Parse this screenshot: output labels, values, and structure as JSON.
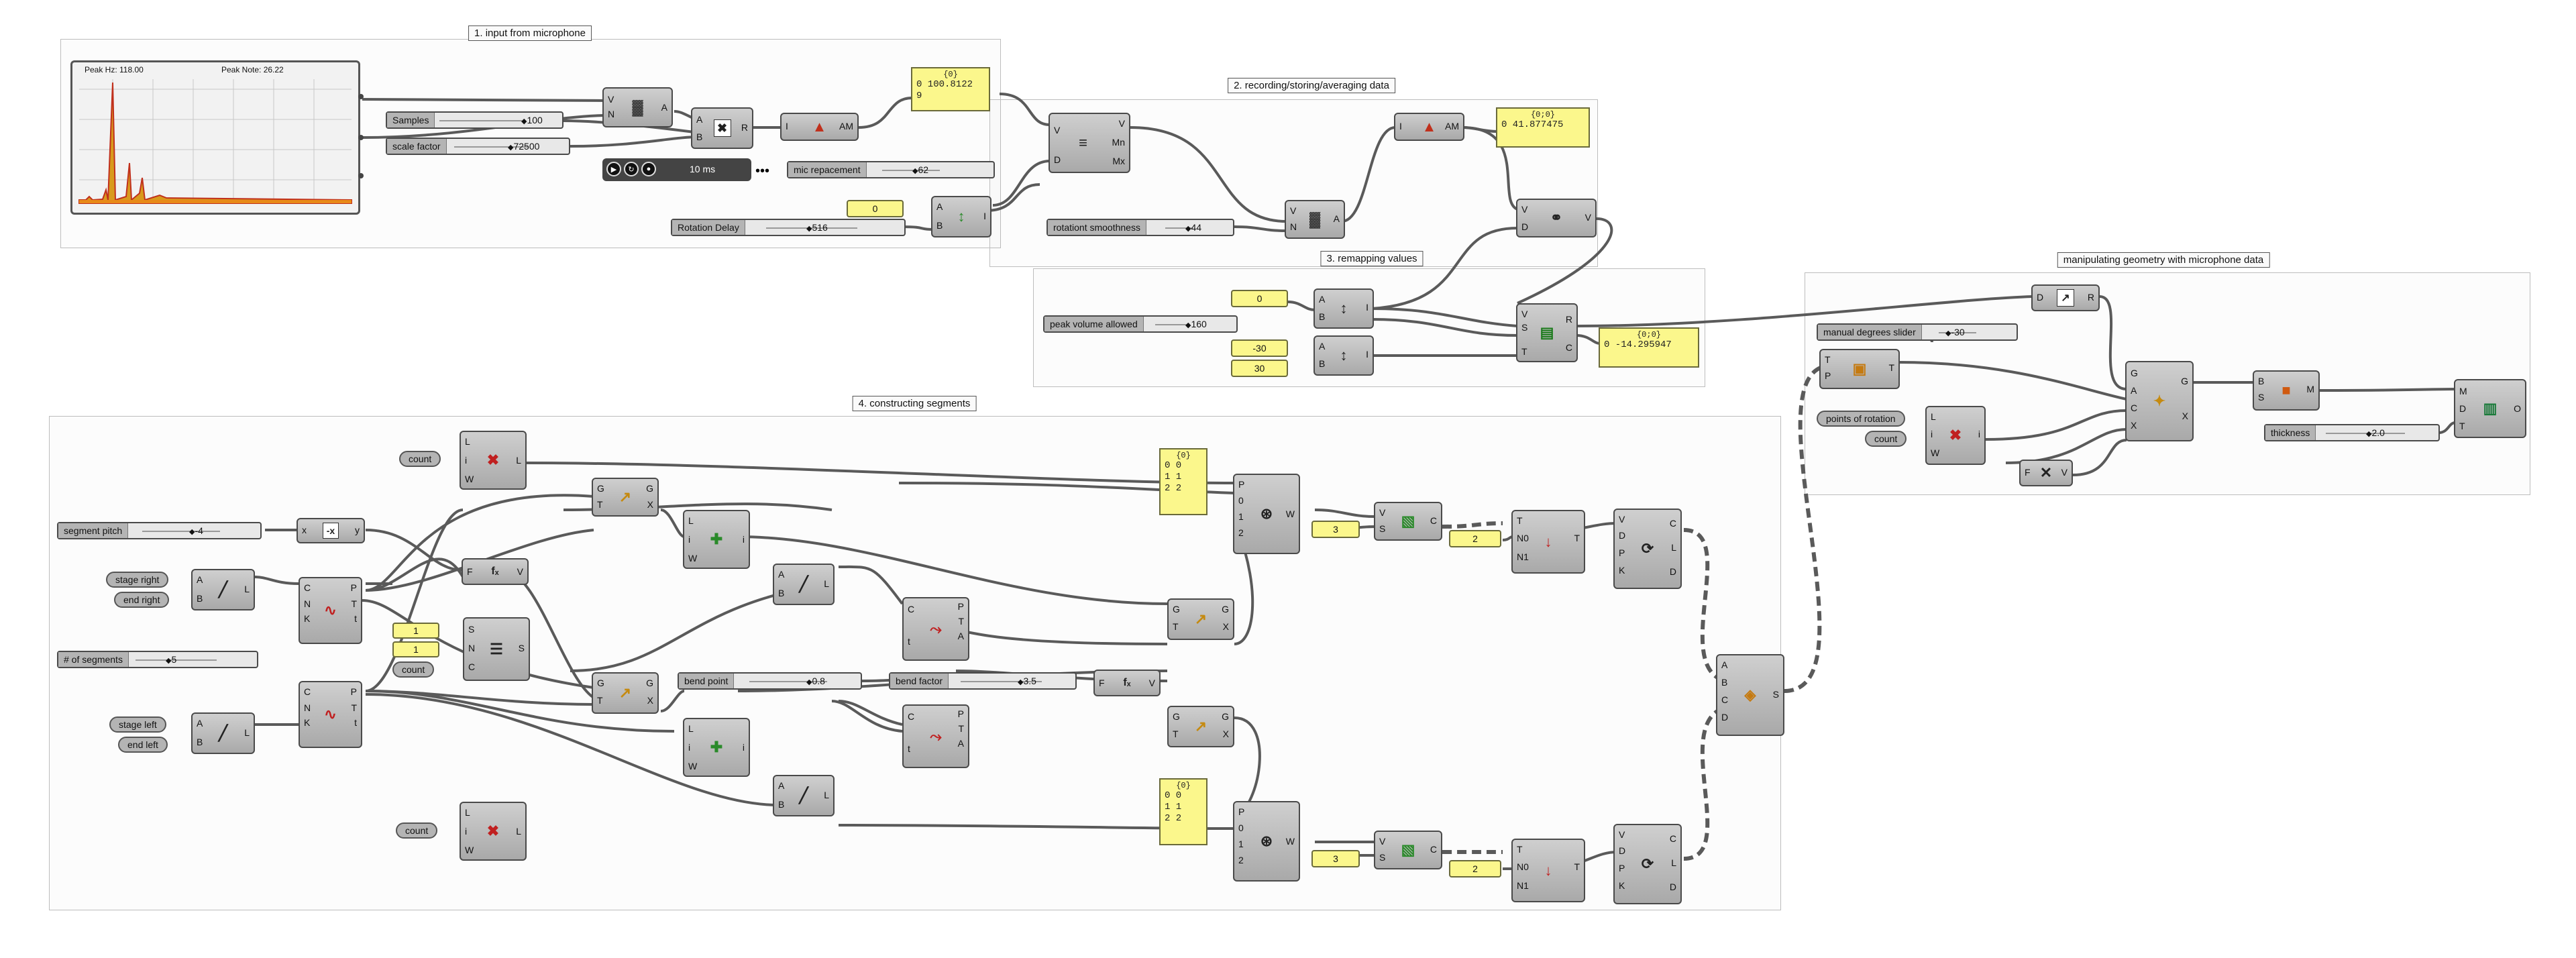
{
  "groups": {
    "g1": "1. input from microphone",
    "g2": "2. recording/storing/averaging data",
    "g3": "3. remapping values",
    "g4": "4. constructing segments",
    "g5": "manipulating geometry with microphone data"
  },
  "scope": {
    "peak_hz": "Peak Hz: 118.00",
    "peak_note": "Peak Note: 26.22"
  },
  "sliders": {
    "samples": {
      "label": "Samples",
      "value": "100"
    },
    "scale": {
      "label": "scale factor",
      "value": "72500"
    },
    "mic": {
      "label": "mic repacement",
      "value": "62"
    },
    "rotdelay": {
      "label": "Rotation Delay",
      "value": "516"
    },
    "rotsmooth": {
      "label": "rotationt smoothness",
      "value": "44"
    },
    "peakvol": {
      "label": "peak volume allowed",
      "value": "160"
    },
    "manual": {
      "label": "manual degrees slider",
      "value": "-30"
    },
    "thickness": {
      "label": "thickness",
      "value": "2.0"
    },
    "pitch": {
      "label": "segment pitch",
      "value": "-4"
    },
    "segments": {
      "label": "# of segments",
      "value": "5"
    },
    "bendpoint": {
      "label": "bend point",
      "value": "0.8"
    },
    "bendfactor": {
      "label": "bend factor",
      "value": "3.5"
    }
  },
  "timer": {
    "interval": "10 ms"
  },
  "panels": {
    "p1": {
      "head": "{0}",
      "lines": [
        "0 100.8122",
        "9"
      ]
    },
    "p2": {
      "head": "{0;0}",
      "lines": [
        "0 41.877475"
      ]
    },
    "p3": {
      "head": "{0;0}",
      "lines": [
        "0 -14.295947"
      ]
    },
    "p4": {
      "head": "{0}",
      "lines": [
        "0 0",
        "1 1",
        "2 2"
      ]
    },
    "p5": {
      "head": "{0}",
      "lines": [
        "0 0",
        "1 1",
        "2 2"
      ]
    }
  },
  "numbers": {
    "n0": "0",
    "n0b": "0",
    "n30neg": "-30",
    "n30": "30",
    "n1a": "1",
    "n1b": "1",
    "n3a": "3",
    "n2a": "2",
    "n3b": "3",
    "n2b": "2"
  },
  "pills": {
    "count1": "count",
    "count2": "count",
    "count3": "count",
    "count4": "count",
    "stage_right": "stage right",
    "end_right": "end right",
    "stage_left": "stage left",
    "end_left": "end left",
    "points_rot": "points of rotation"
  },
  "icons": {
    "scope": "frequency-scope-icon",
    "average": "average-icon",
    "multiply": "multiply-icon",
    "stats": "bell-curve-icon",
    "bounds": "bounds-icon",
    "gate": "gate-icon",
    "remap": "remap-icon",
    "viewer": "binoculars-icon",
    "series": "series-icon",
    "line": "line-icon",
    "divide": "divide-curve-icon",
    "curve": "curve-icon",
    "weave": "weave-icon",
    "rotate": "rotate-icon",
    "extrude": "extrude-icon",
    "list": "list-item-icon",
    "negative": "negative-icon",
    "expression": "expression-icon"
  },
  "colors": {
    "panel": "#fbf78c",
    "wire": "#555555",
    "component": "#b8b8b8"
  }
}
